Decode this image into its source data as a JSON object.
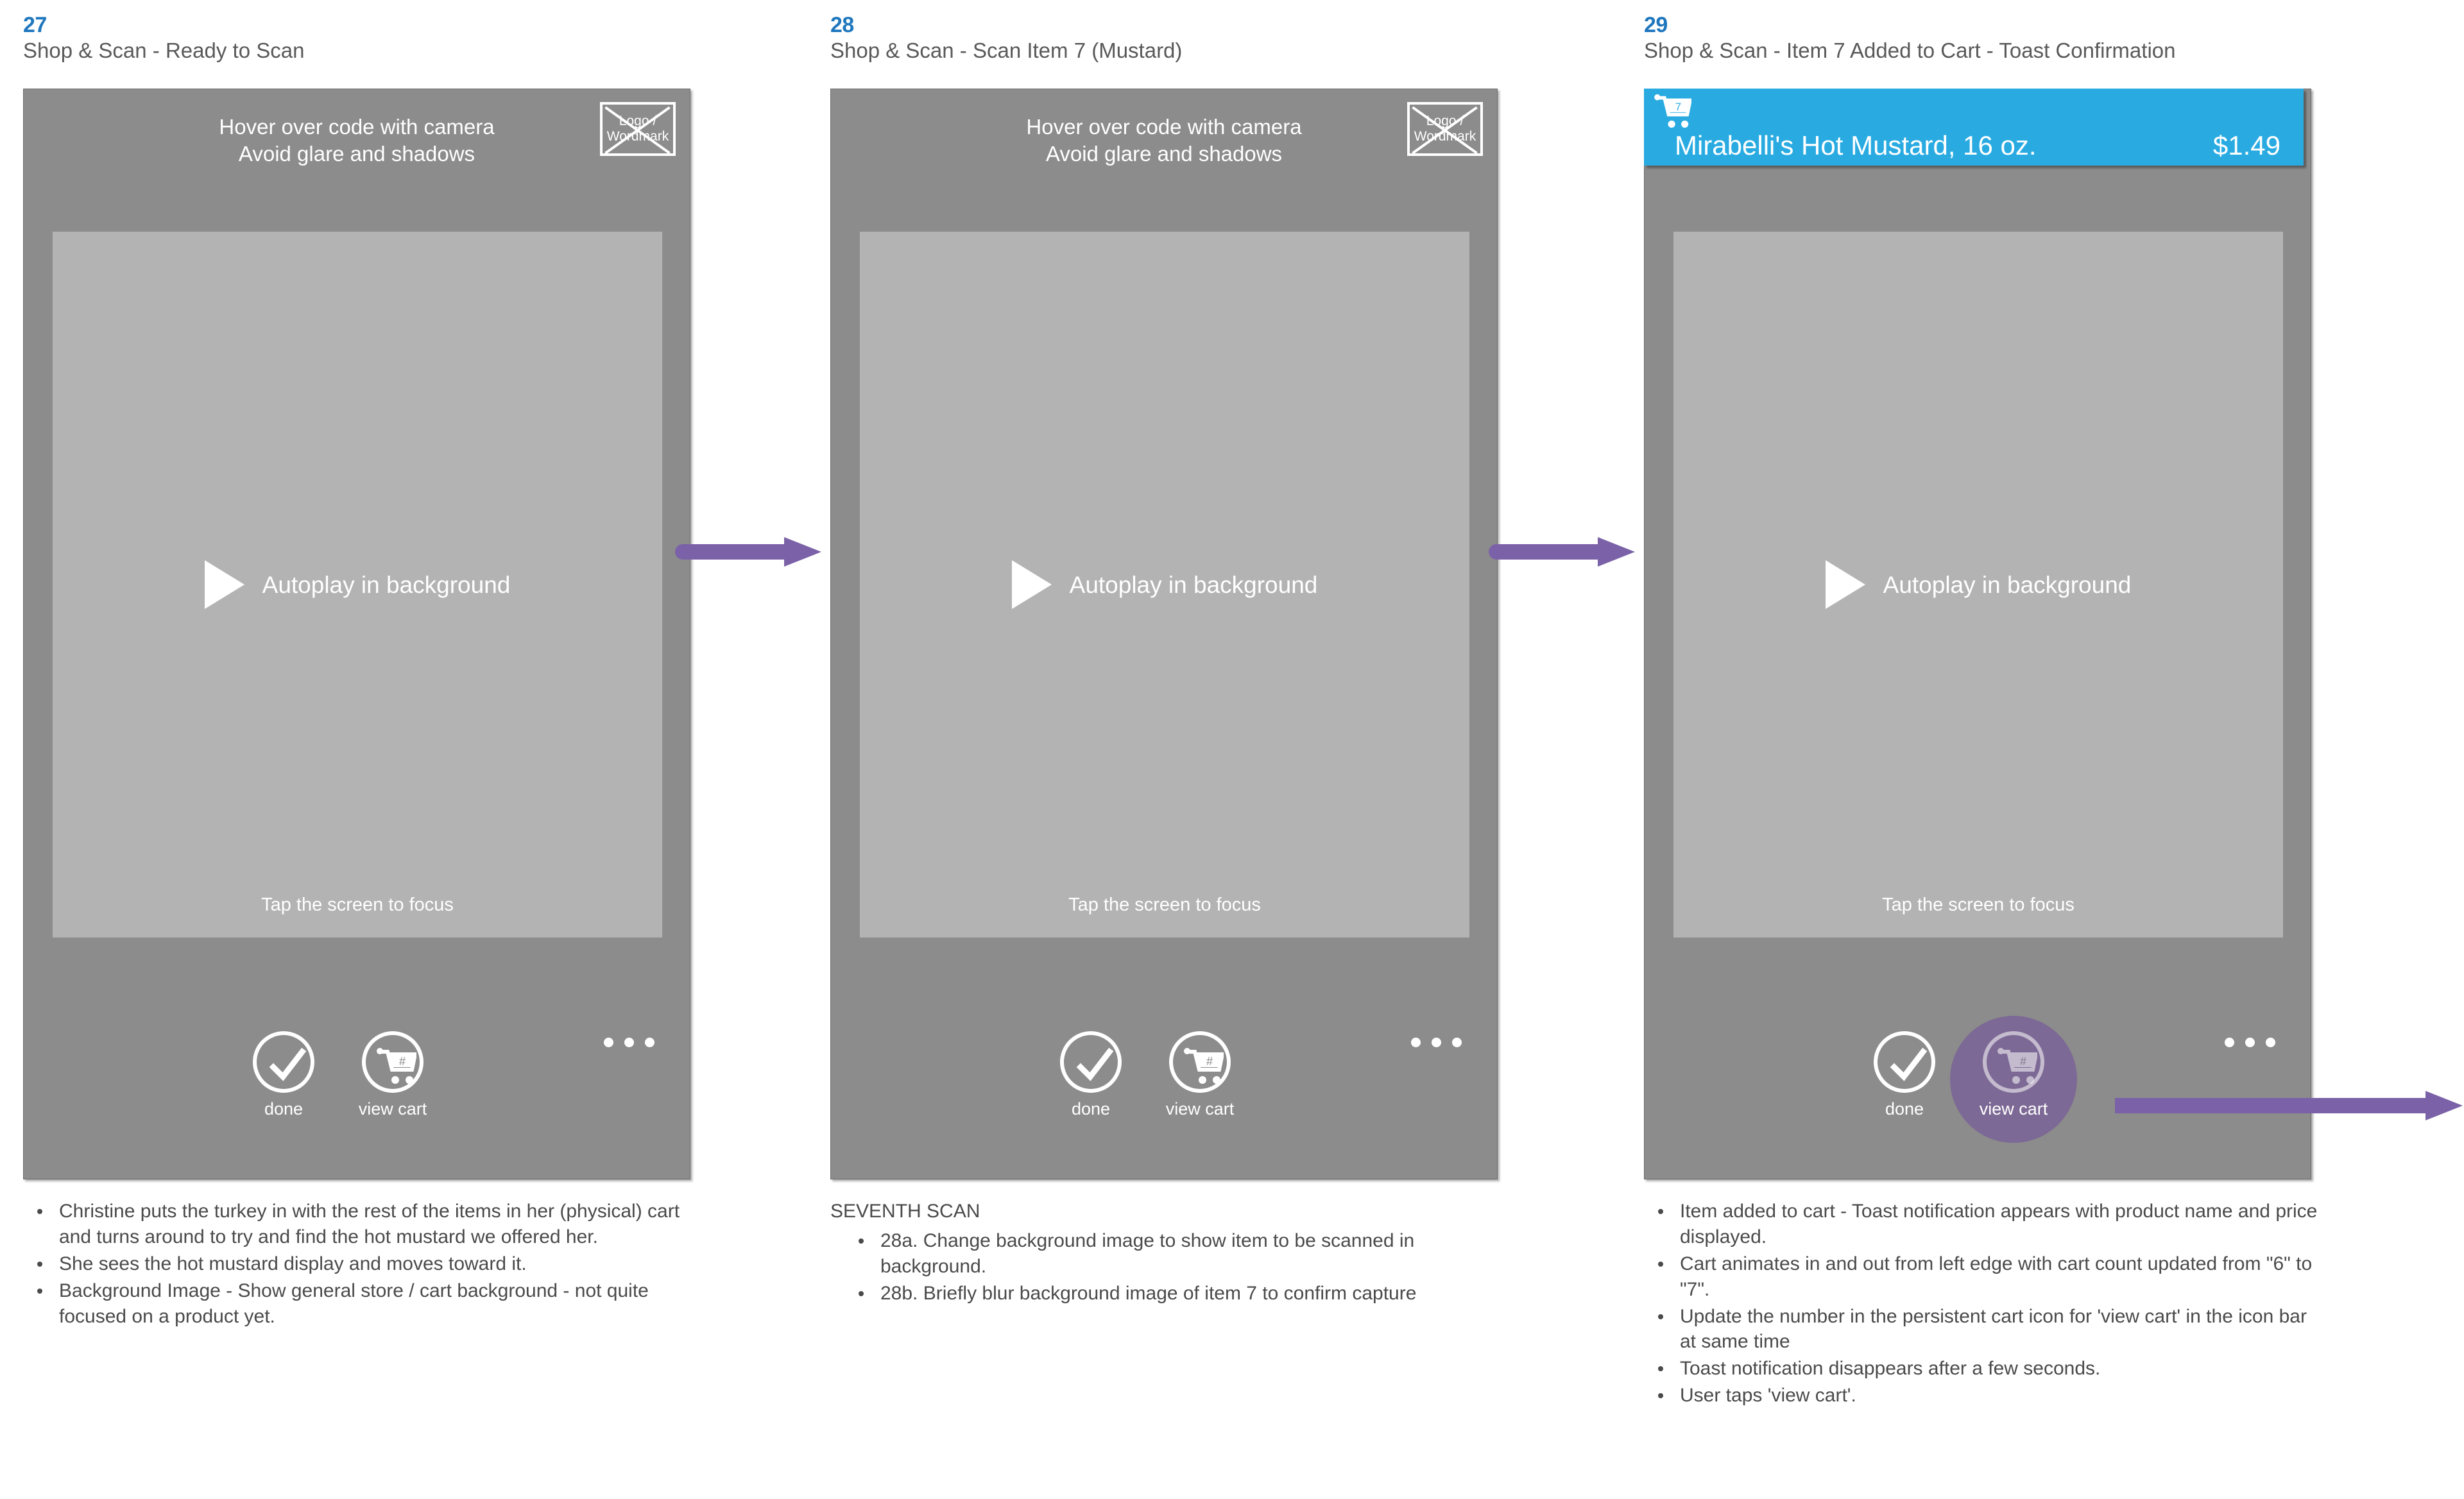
{
  "panels": [
    {
      "number": "27",
      "title": "Shop & Scan - Ready to Scan",
      "screen": {
        "hint_line1": "Hover over code with camera",
        "hint_line2": "Avoid glare and shadows",
        "logo_placeholder_line1": "Logo /",
        "logo_placeholder_line2": "Wordmark",
        "video_label": "Autoplay in background",
        "focus_hint": "Tap the screen to focus",
        "icon_done_label": "done",
        "icon_cart_label": "view cart",
        "cart_badge": "#",
        "overflow_icon": "ellipsis-icon"
      },
      "notes_heading": "",
      "notes": [
        "Christine puts the turkey in with the rest of the items in her (physical) cart and turns around to try and find the hot mustard we offered her.",
        "She sees the hot mustard display and moves toward it.",
        "Background Image - Show general store / cart background - not quite focused on a product yet."
      ]
    },
    {
      "number": "28",
      "title": "Shop & Scan - Scan Item 7 (Mustard)",
      "screen": {
        "hint_line1": "Hover over code with camera",
        "hint_line2": "Avoid glare and shadows",
        "logo_placeholder_line1": "Logo /",
        "logo_placeholder_line2": "Wordmark",
        "video_label": "Autoplay in background",
        "focus_hint": "Tap the screen to focus",
        "icon_done_label": "done",
        "icon_cart_label": "view cart",
        "cart_badge": "#",
        "overflow_icon": "ellipsis-icon"
      },
      "notes_heading": "SEVENTH SCAN",
      "notes": [
        "28a. Change background image to show item to be scanned in background.",
        "28b. Briefly blur background image of item 7 to confirm capture"
      ]
    },
    {
      "number": "29",
      "title": "Shop & Scan - Item 7 Added to Cart - Toast Confirmation",
      "screen": {
        "hint_line1": "",
        "hint_line2": "",
        "logo_placeholder_line1": "",
        "logo_placeholder_line2": "",
        "video_label": "Autoplay in background",
        "focus_hint": "Tap the screen to focus",
        "icon_done_label": "done",
        "icon_cart_label": "view cart",
        "cart_badge": "#",
        "overflow_icon": "ellipsis-icon"
      },
      "toast": {
        "cart_badge": "7",
        "product_name": "Mirabelli's Hot Mustard, 16 oz.",
        "price": "$1.49"
      },
      "notes_heading": "",
      "notes": [
        "Item added to cart - Toast notification appears with product name and price displayed.",
        "Cart animates in and out from left edge with cart count updated from \"6\" to \"7\".",
        "Update the number in the persistent cart icon for 'view cart' in the icon bar at same time",
        "Toast notification disappears after a few seconds.",
        "User taps 'view cart'."
      ]
    }
  ],
  "colors": {
    "step_number": "#1F77BE",
    "title_text": "#595959",
    "phone_chrome": "#8C8C8C",
    "video_area": "#B3B3B3",
    "toast_background": "#29ABE2",
    "arrow_purple": "#7B62A8",
    "tap_highlight": "#6D469E",
    "notes_text": "#4A4A4A"
  }
}
